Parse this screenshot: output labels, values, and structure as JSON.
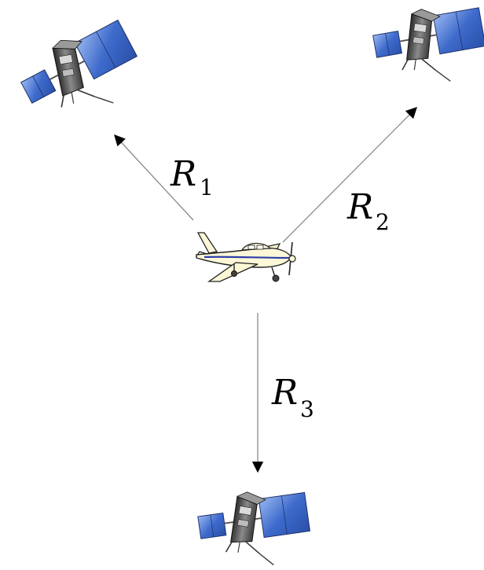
{
  "labels": {
    "r1": {
      "symbol": "R",
      "subscript": "1"
    },
    "r2": {
      "symbol": "R",
      "subscript": "2"
    },
    "r3": {
      "symbol": "R",
      "subscript": "3"
    }
  },
  "icons": {
    "satellites": [
      "satellite-icon",
      "satellite-icon",
      "satellite-icon"
    ],
    "aircraft": "airplane-icon"
  },
  "colors": {
    "panel": "#3f6fd0",
    "panel_light": "#8fb0ee",
    "body": "#5a5a5a",
    "plane": "#fdf7d8",
    "plane_stripe": "#2f3fa8",
    "arrow": "#7a7a7a"
  }
}
